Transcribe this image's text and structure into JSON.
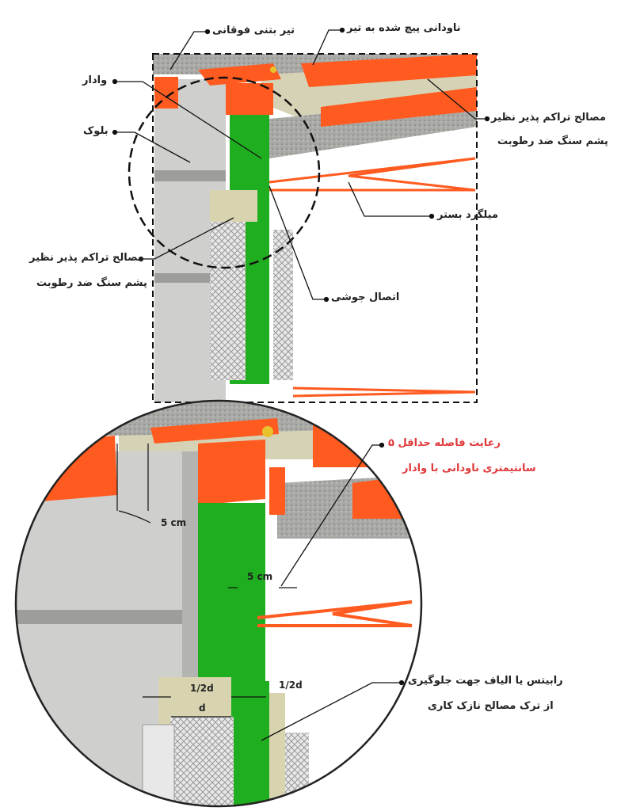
{
  "colors": {
    "concrete": "#a9a9a6",
    "block": "#cfcfcd",
    "orange": "#ff5a1f",
    "green": "#1fae1f",
    "wool": "#d9d4b0",
    "rebar": "#ff5a1f",
    "note_red": "#e0393b"
  },
  "labels": {
    "upper_beam": "تیر بتنی فوقانی",
    "channel": "ناودانی پیچ شده به تیر",
    "stud": "وادار",
    "block": "بلوک",
    "wool_right_1": "مصالح تراکم پذیر نظیر",
    "wool_right_2": "پشم سنگ ضد رطوبت",
    "bed_rebar": "میلگرد بستر",
    "wool_left_1": "مصالح تراکم پذیر نظیر",
    "wool_left_2": "پشم سنگ ضد رطوبت",
    "weld": "اتصال جوشی",
    "note_1": "رعایت فاصله حداقل ۵",
    "note_2": "سانتیمتری ناودانی با وادار",
    "mesh_1": "رابیتس یا الیاف جهت جلوگیری",
    "mesh_2": "از ترک مصالح نازک کاری"
  },
  "dimensions": {
    "gap_block": "5 cm",
    "gap_stud": "5 cm",
    "half_d_left": "1/2d",
    "d": "d",
    "half_d_right": "1/2d"
  }
}
